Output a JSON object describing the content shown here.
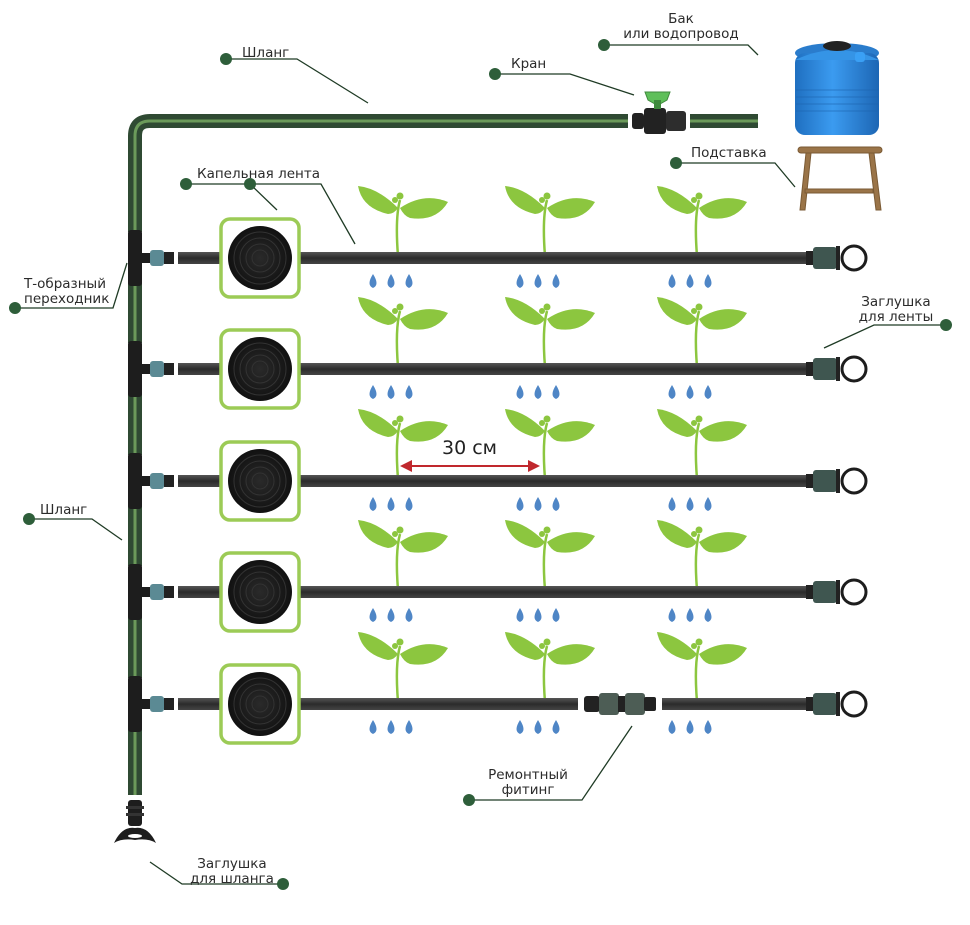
{
  "diagram": {
    "title_hidden": "Drip irrigation system layout",
    "colors": {
      "hose_dark": "#2f4a33",
      "hose_stripe": "#6b9a5a",
      "tape": "#3a3a3a",
      "leader_line": "#1f3b25",
      "dot": "#2e5e3a",
      "plant": "#8cc63f",
      "drop": "#4f86c6",
      "reel_frame": "#9ccb56",
      "tank": "#2f86d8",
      "stand": "#9a7448",
      "arrow": "#c0282d"
    },
    "labels": {
      "hose_top": "Шланг",
      "tank_line1": "Бак",
      "tank_line2": "или водопровод",
      "valve": "Кран",
      "stand": "Подставка",
      "drip_tape": "Капельная лента",
      "tee_line1": "Т-образный",
      "tee_line2": "переходник",
      "tape_plug_line1": "Заглушка",
      "tape_plug_line2": "для ленты",
      "hose_left": "Шланг",
      "repair_line1": "Ремонтный",
      "repair_line2": "фитинг",
      "hose_plug_line1": "Заглушка",
      "hose_plug_line2": "для шланга"
    },
    "spacing_label": "30 см",
    "rows": 5,
    "plants_per_row": 3,
    "drops_per_plant": 3
  }
}
